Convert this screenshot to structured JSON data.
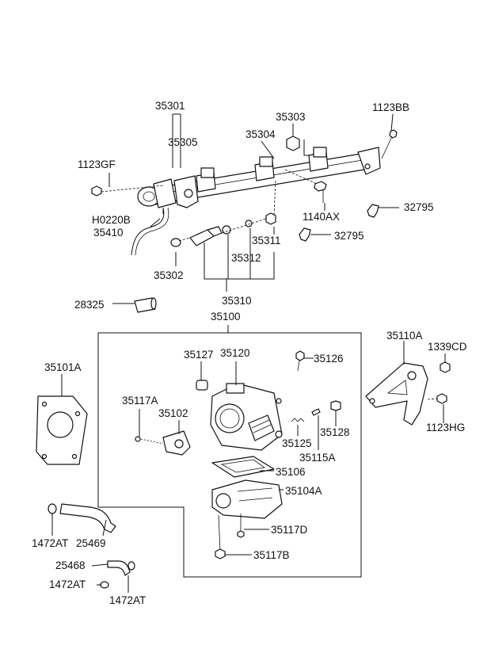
{
  "diagram": {
    "labels": {
      "p35301": "35301",
      "p35305": "35305",
      "p35303": "35303",
      "p35304": "35304",
      "p1123BB": "1123BB",
      "p1123GF": "1123GF",
      "pH0220B": "H0220B",
      "p35410": "35410",
      "p1140AX": "1140AX",
      "p32795a": "32795",
      "p32795b": "32795",
      "p35311": "35311",
      "p35312": "35312",
      "p35302": "35302",
      "p35310": "35310",
      "p28325": "28325",
      "p35100": "35100",
      "p35110A": "35110A",
      "p1339CD": "1339CD",
      "p35101A": "35101A",
      "p35127": "35127",
      "p35120": "35120",
      "p35126": "35126",
      "p35117A": "35117A",
      "p35102": "35102",
      "p35125": "35125",
      "p35128": "35128",
      "p35115A": "35115A",
      "p1123HG": "1123HG",
      "p35106": "35106",
      "p35104A": "35104A",
      "p35117D": "35117D",
      "p35117B": "35117B",
      "p1472ATa": "1472AT",
      "p25469": "25469",
      "p25468": "25468",
      "p1472ATb": "1472AT",
      "p1472ATc": "1472AT"
    }
  }
}
